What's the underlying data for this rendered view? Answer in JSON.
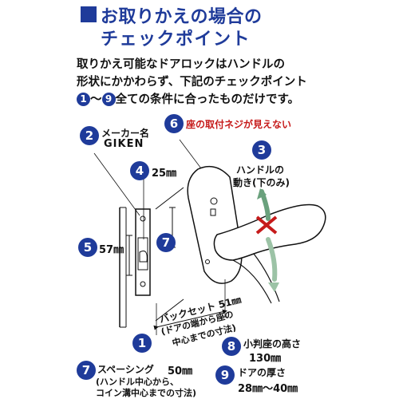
{
  "header": {
    "title_line1": "お取りかえの場合の",
    "title_line2": "チェックポイント",
    "accent_color": "#1f3b9a"
  },
  "intro": {
    "line1": "取りかえ可能なドアロックはハンドルの",
    "line2": "形状にかかわらず、下記のチェックポイント",
    "line3_num_start": "1",
    "line3_tilde": "～",
    "line3_num_end": "9",
    "line3_text": "全ての条件に合ったものだけです。"
  },
  "points": {
    "p1": {
      "num": "1",
      "label_a": "バックセット 51㎜",
      "label_b": "(ドアの端から座の",
      "label_c": "中心までの寸法)"
    },
    "p2": {
      "num": "2",
      "label": "メーカー名",
      "value": "GIKEN"
    },
    "p3": {
      "num": "3",
      "label_a": "ハンドルの",
      "label_b": "動き(下のみ)"
    },
    "p4": {
      "num": "4",
      "value": "25㎜"
    },
    "p5": {
      "num": "5",
      "value": "57㎜"
    },
    "p6": {
      "num": "6",
      "label": "座の取付ネジが見えない"
    },
    "p7a": {
      "num": "7"
    },
    "p7b": {
      "num": "7",
      "label": "スペーシング",
      "value": "50㎜",
      "note_a": "(ハンドル中心から、",
      "note_b": "コイン溝中心までの寸法)"
    },
    "p8": {
      "num": "8",
      "label": "小判座の高さ",
      "value": "130㎜"
    },
    "p9": {
      "num": "9",
      "label": "ドアの厚さ",
      "value": "28㎜～40㎜"
    }
  },
  "colors": {
    "accent": "#1f3b9a",
    "warning": "#c61a1a",
    "arrow": "#6aa17d"
  }
}
